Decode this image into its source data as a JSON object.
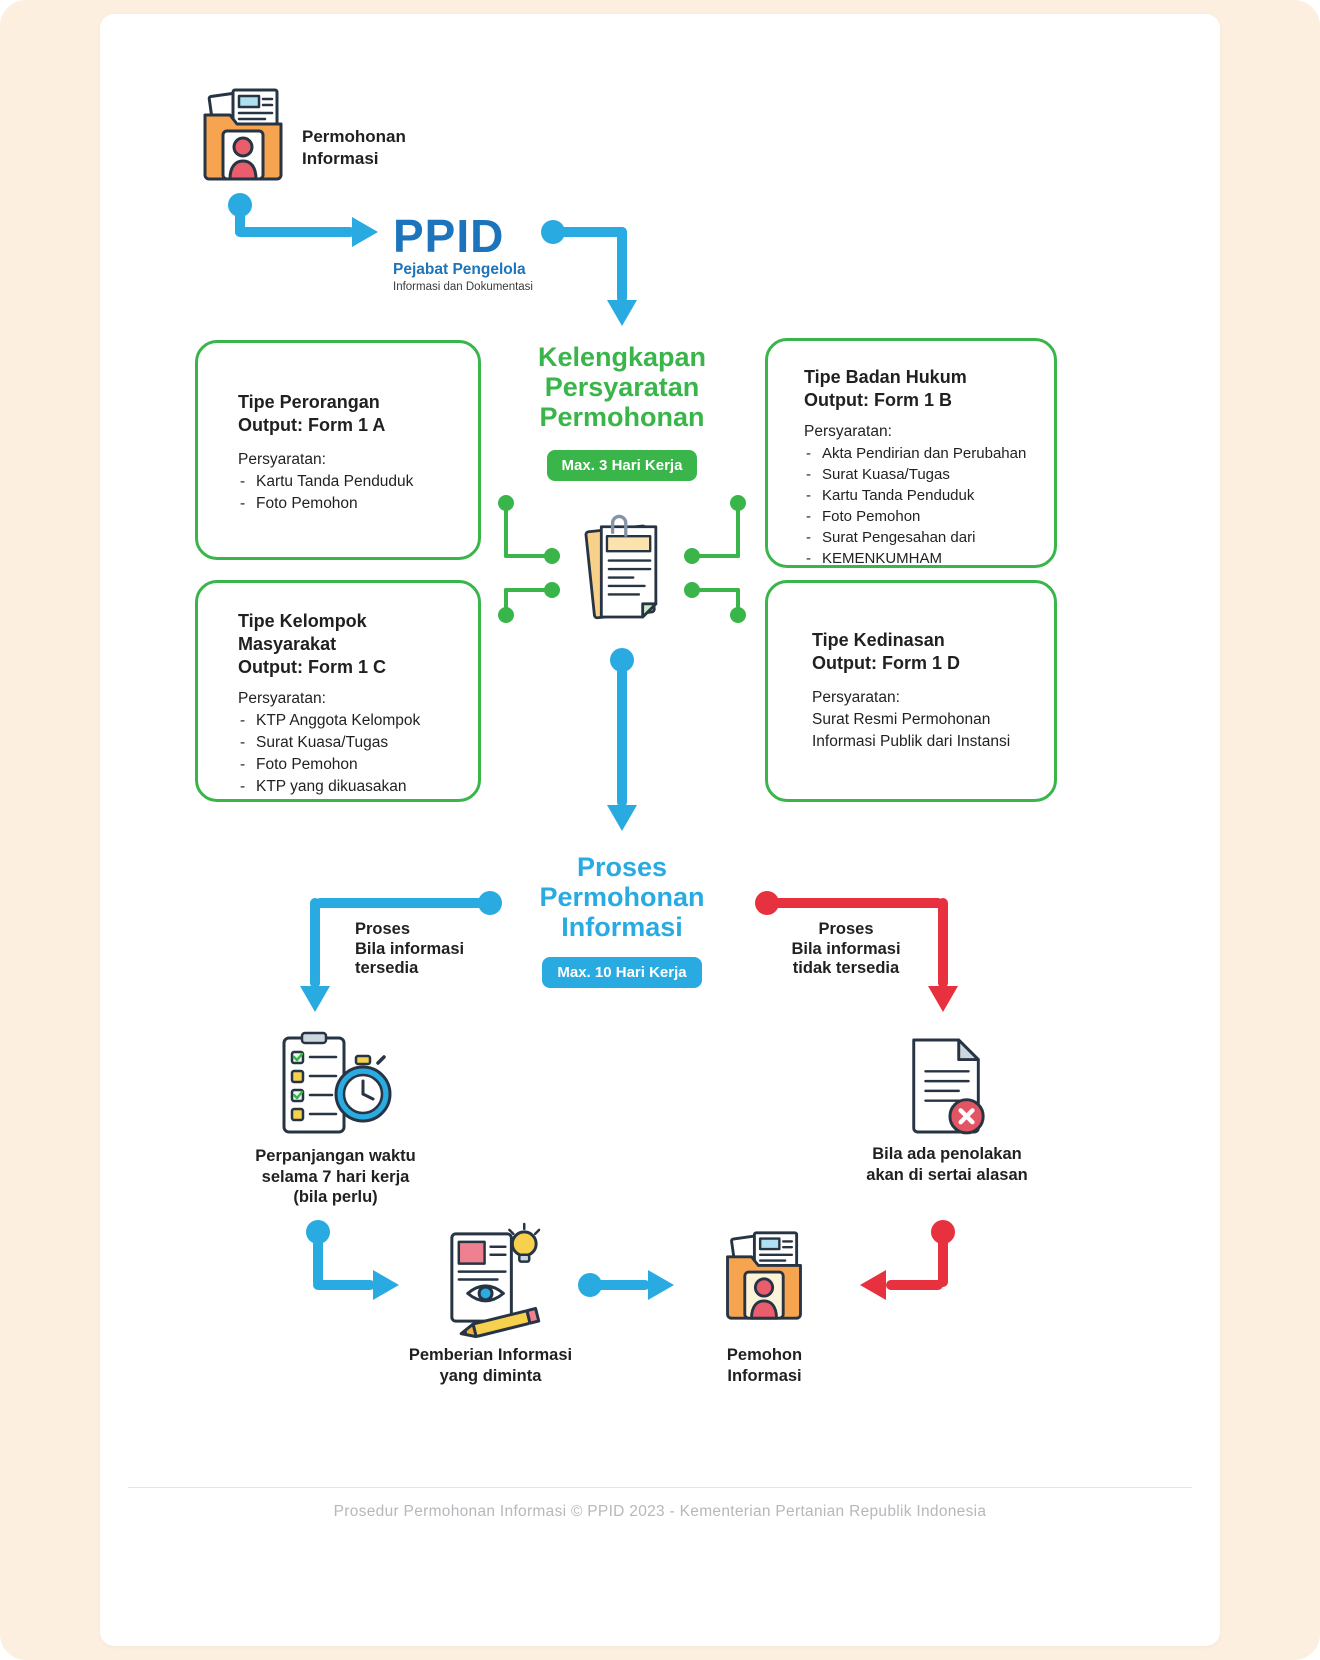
{
  "meta": {
    "footer": "Prosedur Permohonan Informasi © PPID 2023 - Kementerian Pertanian Republik Indonesia"
  },
  "colors": {
    "green": "#39b54a",
    "blue": "#29abe2",
    "red": "#e8313f",
    "cream": "#fcefe0",
    "ink": "#221f20",
    "ppid_blue": "#1c75bc"
  },
  "icons": {
    "start": "folder-applicant-icon",
    "center": "document-checklist-icon",
    "extension": "clipboard-clock-icon",
    "rejection": "document-rejected-icon",
    "delivery": "document-insight-icon",
    "applicant_end": "folder-applicant-icon"
  },
  "start": {
    "lines": [
      "Permohonan",
      "Informasi"
    ]
  },
  "ppid": {
    "acronym": "PPID",
    "subtitle": "Pejabat Pengelola",
    "subtitle2": "Informasi dan Dokumentasi"
  },
  "stage_requirements": {
    "title_lines": [
      "Kelengkapan",
      "Persyaratan",
      "Permohonan"
    ],
    "badge": "Max. 3 Hari Kerja"
  },
  "types": {
    "perorangan": {
      "title": "Tipe Perorangan",
      "output": "Output: Form 1 A",
      "requirements_label": "Persyaratan:",
      "items": [
        "Kartu Tanda Penduduk",
        "Foto Pemohon"
      ]
    },
    "badan_hukum": {
      "title": "Tipe Badan Hukum",
      "output": "Output: Form 1 B",
      "requirements_label": "Persyaratan:",
      "items": [
        "Akta Pendirian dan Perubahan",
        "Surat Kuasa/Tugas",
        "Kartu Tanda Penduduk",
        "Foto Pemohon",
        "Surat Pengesahan dari",
        "KEMENKUMHAM"
      ]
    },
    "kelompok_masyarakat": {
      "title": "Tipe Kelompok Masyarakat",
      "output": "Output: Form 1 C",
      "requirements_label": "Persyaratan:",
      "items": [
        "KTP Anggota Kelompok",
        "Surat Kuasa/Tugas",
        "Foto Pemohon",
        "KTP yang dikuasakan"
      ]
    },
    "kedinasan": {
      "title": "Tipe Kedinasan",
      "output": "Output: Form 1 D",
      "requirements_label": "Persyaratan:",
      "body": "Surat Resmi Permohonan Informasi Publik dari Instansi"
    }
  },
  "stage_process": {
    "title_lines": [
      "Proses",
      "Permohonan",
      "Informasi"
    ],
    "badge": "Max. 10 Hari Kerja"
  },
  "branch_available": {
    "lines": [
      "Proses",
      "Bila informasi",
      "tersedia"
    ]
  },
  "branch_unavailable": {
    "lines": [
      "Proses",
      "Bila informasi",
      "tidak tersedia"
    ]
  },
  "extension": {
    "lines": [
      "Perpanjangan waktu",
      "selama 7 hari kerja",
      "(bila perlu)"
    ]
  },
  "rejection": {
    "lines": [
      "Bila ada penolakan",
      "akan di sertai alasan"
    ]
  },
  "delivery": {
    "lines": [
      "Pemberian Informasi",
      "yang diminta"
    ]
  },
  "applicant_end": {
    "lines": [
      "Pemohon",
      "Informasi"
    ]
  }
}
